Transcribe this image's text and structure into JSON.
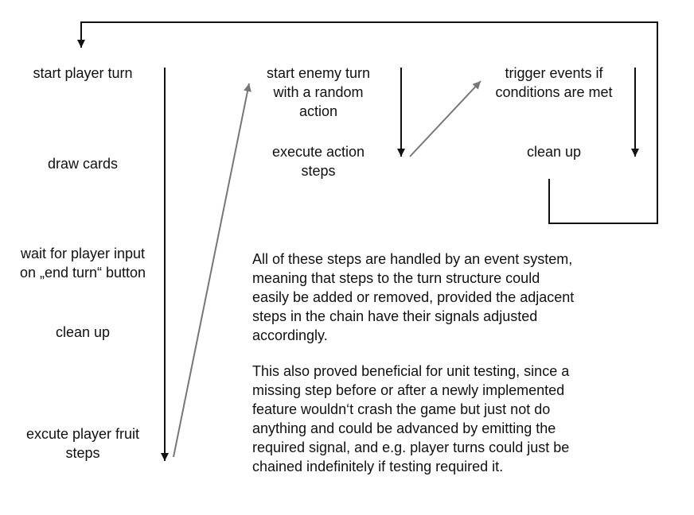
{
  "player_steps": [
    "start player turn",
    "draw cards",
    "wait for player input\non „end turn“ button",
    "clean up",
    "excute player fruit\nsteps"
  ],
  "enemy_steps": [
    "start enemy turn\nwith a random\naction",
    "execute action\nsteps"
  ],
  "event_steps": [
    "trigger events if\nconditions are met",
    "clean up"
  ],
  "description": {
    "paragraph_1": "All of these steps are handled by an event system,\nmeaning that steps to the turn structure could\neasily be added or removed, provided the adjacent\nsteps in the chain have their signals adjusted\naccordingly.",
    "paragraph_2": "This also proved beneficial for unit testing, since a\nmissing step before or after a newly implemented\nfeature wouldn‘t crash the game but just not do\nanything and could be advanced by emitting the\nrequired signal, and e.g. player turns could just be\nchained indefinitely if testing required it."
  },
  "colors": {
    "line_dark": "#111111",
    "line_gray": "#777777"
  }
}
